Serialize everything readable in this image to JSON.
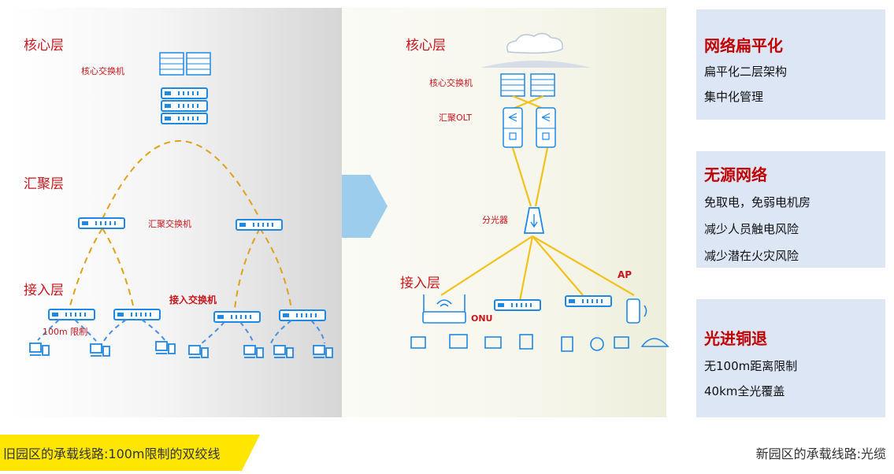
{
  "old_campus": {
    "core_layer": "核心层",
    "core_switch": "核心交换机",
    "aggregation_layer": "汇聚层",
    "aggregation_switch": "汇聚交换机",
    "access_layer": "接入层",
    "access_switch": "接入交换机",
    "distance_limit": "100m 限制"
  },
  "new_campus": {
    "core_layer": "核心层",
    "core_switch": "核心交换机",
    "olt": "汇聚OLT",
    "splitter": "分光器",
    "access_layer": "接入层",
    "onu": "ONU",
    "ap": "AP"
  },
  "features": [
    {
      "title": "网络扁平化",
      "items": [
        "扁平化二层架构",
        "集中化管理"
      ]
    },
    {
      "title": "无源网络",
      "items": [
        "免取电，免弱电机房",
        "减少人员触电风险",
        "减少潜在火灾风险"
      ]
    },
    {
      "title": "光进铜退",
      "items": [
        "无100m距离限制",
        "40km全光覆盖"
      ]
    }
  ],
  "captions": {
    "old": "旧园区的承载线路:100m限制的双绞线",
    "new": "新园区的承载线路:光缆"
  },
  "colors": {
    "accent_red": "#c8161d",
    "title_red": "#c00000",
    "cable_orange": "#e0a11b",
    "fiber_yellow": "#f2c21b",
    "device_blue": "#1e88e5",
    "panel_blue": "#dce6f5",
    "highlight": "#ffe600"
  }
}
